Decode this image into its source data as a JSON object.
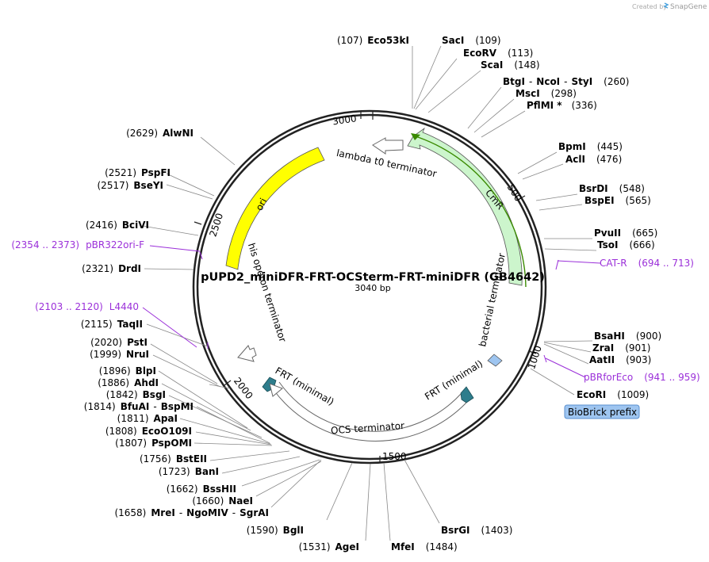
{
  "brand": {
    "created_by": "Created by",
    "app": "SnapGene"
  },
  "map": {
    "title": "pUPD2_miniDFR-FRT-OCSterm-FRT-miniDFR (GB4642)",
    "length_label": "3040 bp",
    "length": 3040,
    "ticks": [
      "500",
      "1000",
      "1500",
      "2000",
      "2500",
      "3000"
    ]
  },
  "features": {
    "lambda": "lambda t0 terminator",
    "cmr": "CmR",
    "bacterial": "bacterial terminator",
    "ori": "ori",
    "his": "his operon terminator",
    "frt1": "FRT (minimal)",
    "frt2": "FRT (minimal)",
    "ocs": "OCS terminator"
  },
  "sites": [
    {
      "pos": "(107)",
      "name": "Eco53kI"
    },
    {
      "name": "SacI",
      "pos": "(109)"
    },
    {
      "name": "EcoRV",
      "pos": "(113)"
    },
    {
      "name": "ScaI",
      "pos": "(148)"
    },
    {
      "name": "BtgI",
      "sep1": "-",
      "name2": "NcoI",
      "sep2": "-",
      "name3": "StyI",
      "pos": "(260)"
    },
    {
      "name": "MscI",
      "pos": "(298)"
    },
    {
      "name": "PflMI *",
      "pos": "(336)"
    },
    {
      "name": "BpmI",
      "pos": "(445)"
    },
    {
      "name": "AclI",
      "pos": "(476)"
    },
    {
      "name": "BsrDI",
      "pos": "(548)"
    },
    {
      "name": "BspEI",
      "pos": "(565)"
    },
    {
      "name": "PvuII",
      "pos": "(665)"
    },
    {
      "name": "TsoI",
      "pos": "(666)"
    },
    {
      "name": "BsaHI",
      "pos": "(900)"
    },
    {
      "name": "ZraI",
      "pos": "(901)"
    },
    {
      "name": "AatII",
      "pos": "(903)"
    },
    {
      "name": "EcoRI",
      "pos": "(1009)"
    },
    {
      "name": "BsrGI",
      "pos": "(1403)"
    },
    {
      "name": "MfeI",
      "pos": "(1484)"
    },
    {
      "pos": "(1531)",
      "name": "AgeI"
    },
    {
      "pos": "(1590)",
      "name": "BglI"
    },
    {
      "pos": "(1658)",
      "name": "MreI",
      "sep1": "-",
      "name2": "NgoMIV",
      "sep2": "-",
      "name3": "SgrAI"
    },
    {
      "pos": "(1660)",
      "name": "NaeI"
    },
    {
      "pos": "(1662)",
      "name": "BssHII"
    },
    {
      "pos": "(1723)",
      "name": "BanI"
    },
    {
      "pos": "(1756)",
      "name": "BstEII"
    },
    {
      "pos": "(1807)",
      "name": "PspOMI"
    },
    {
      "pos": "(1808)",
      "name": "EcoO109I"
    },
    {
      "pos": "(1811)",
      "name": "ApaI"
    },
    {
      "pos": "(1814)",
      "name": "BfuAI",
      "sep1": "-",
      "name2": "BspMI"
    },
    {
      "pos": "(1842)",
      "name": "BsgI"
    },
    {
      "pos": "(1886)",
      "name": "AhdI"
    },
    {
      "pos": "(1896)",
      "name": "BlpI"
    },
    {
      "pos": "(1999)",
      "name": "NruI"
    },
    {
      "pos": "(2020)",
      "name": "PstI"
    },
    {
      "pos": "(2115)",
      "name": "TaqII"
    },
    {
      "pos": "(2321)",
      "name": "DrdI"
    },
    {
      "pos": "(2416)",
      "name": "BciVI"
    },
    {
      "pos": "(2517)",
      "name": "BseYI"
    },
    {
      "pos": "(2521)",
      "name": "PspFI"
    },
    {
      "pos": "(2629)",
      "name": "AlwNI"
    }
  ],
  "primers": [
    {
      "name": "CAT-R",
      "range": "(694 .. 713)"
    },
    {
      "name": "pBRforEco",
      "range": "(941 .. 959)"
    },
    {
      "range": "(2103 .. 2120)",
      "name": "L4440"
    },
    {
      "range": "(2354 .. 2373)",
      "name": "pBR322ori-F"
    }
  ],
  "biobrick": "BioBrick prefix",
  "colors": {
    "ori": "#ffff00",
    "cmr": "#ccf5cc",
    "primer": "#9b30d9",
    "frt": "#2e7d8c",
    "biobrick": "#9ec5f0"
  }
}
